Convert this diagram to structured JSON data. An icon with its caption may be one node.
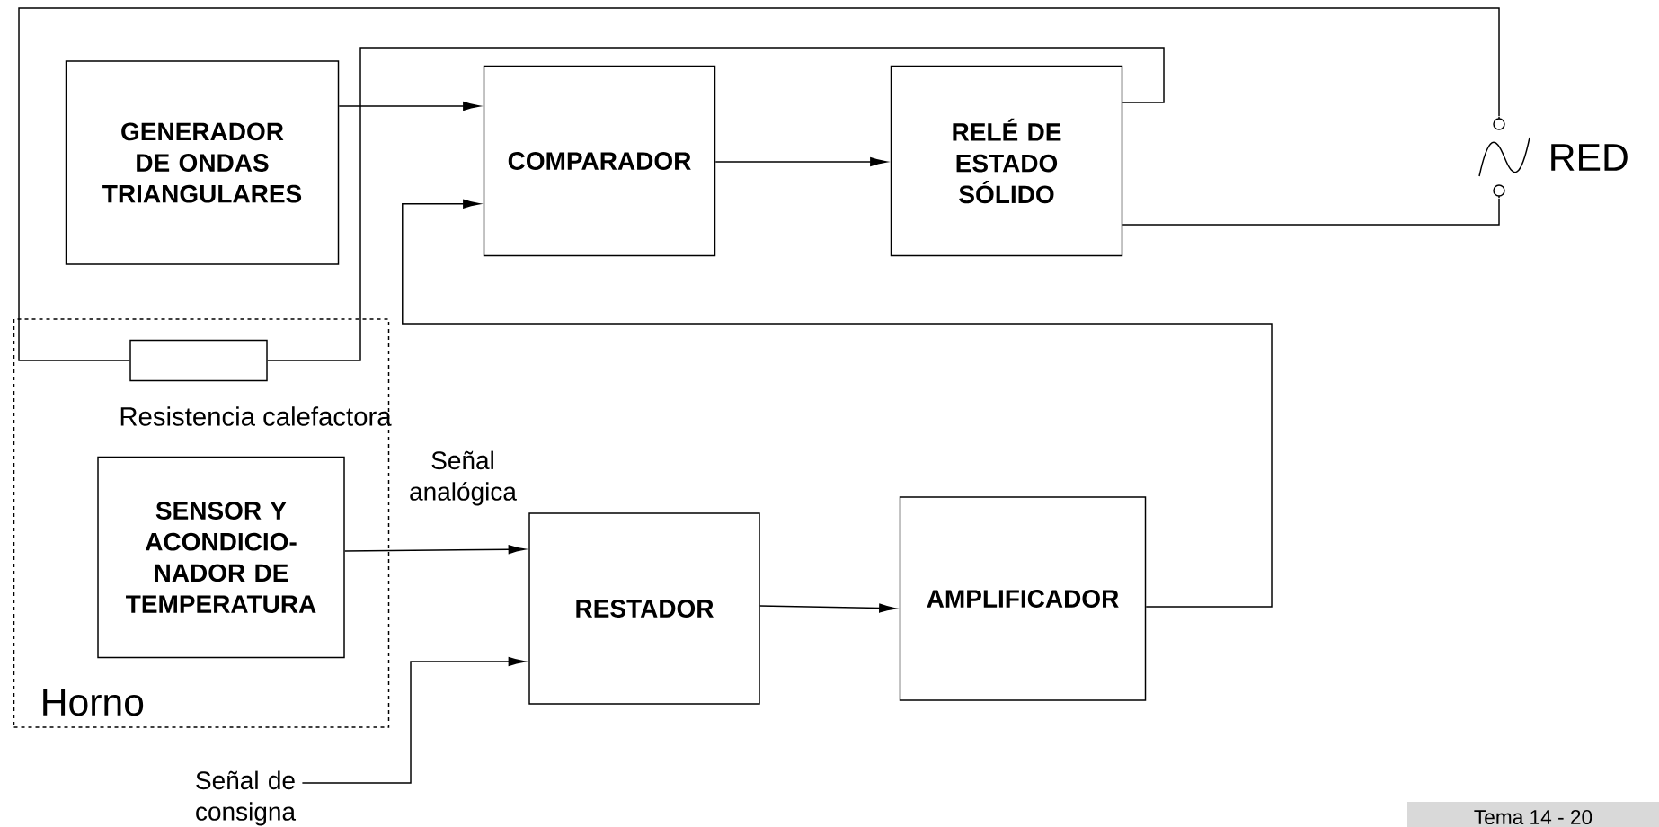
{
  "diagram": {
    "nodes": [
      {
        "text": [
          "GENERADOR DE ONDAS TRIANGULARES"
        ]
      },
      {
        "text": [
          "COMPARADOR"
        ]
      },
      {
        "text": [
          "RELÉ DE ESTADO SÓLIDO"
        ]
      },
      {
        "text": [],
        "shape": "source",
        "beside": [
          "RED"
        ]
      },
      {
        "text": [
          "Horno"
        ]
      },
      {
        "text": [],
        "shape": "box",
        "in": 4,
        "beside": [
          "Resistencia calefactora"
        ]
      },
      {
        "text": [
          "SENSOR Y ACONDICIO- NADOR DE TEMPERATURA"
        ],
        "in": 4
      },
      {
        "text": [
          "RESTADOR"
        ]
      },
      {
        "text": [
          "AMPLIFICADOR"
        ]
      },
      {
        "text": [
          "Señal de consigna"
        ]
      }
    ],
    "edges": [
      {
        "from": 0,
        "to": 1,
        "arrow": "to"
      },
      {
        "from": 1,
        "to": 2,
        "arrow": "to"
      },
      {
        "from": 8,
        "to": 1,
        "arrow": "to"
      },
      {
        "from": 6,
        "to": 7,
        "arrow": "to",
        "label": "Señal analógica"
      },
      {
        "from": 9,
        "to": 7,
        "arrow": "to"
      },
      {
        "from": 7,
        "to": 8,
        "arrow": "to"
      },
      {
        "from": 3,
        "to": 5,
        "arrow": "none"
      },
      {
        "from": 5,
        "to": 2,
        "arrow": "none"
      },
      {
        "from": 2,
        "to": 3,
        "arrow": "none"
      }
    ],
    "labels": [
      "Tema 14 - 20"
    ]
  }
}
